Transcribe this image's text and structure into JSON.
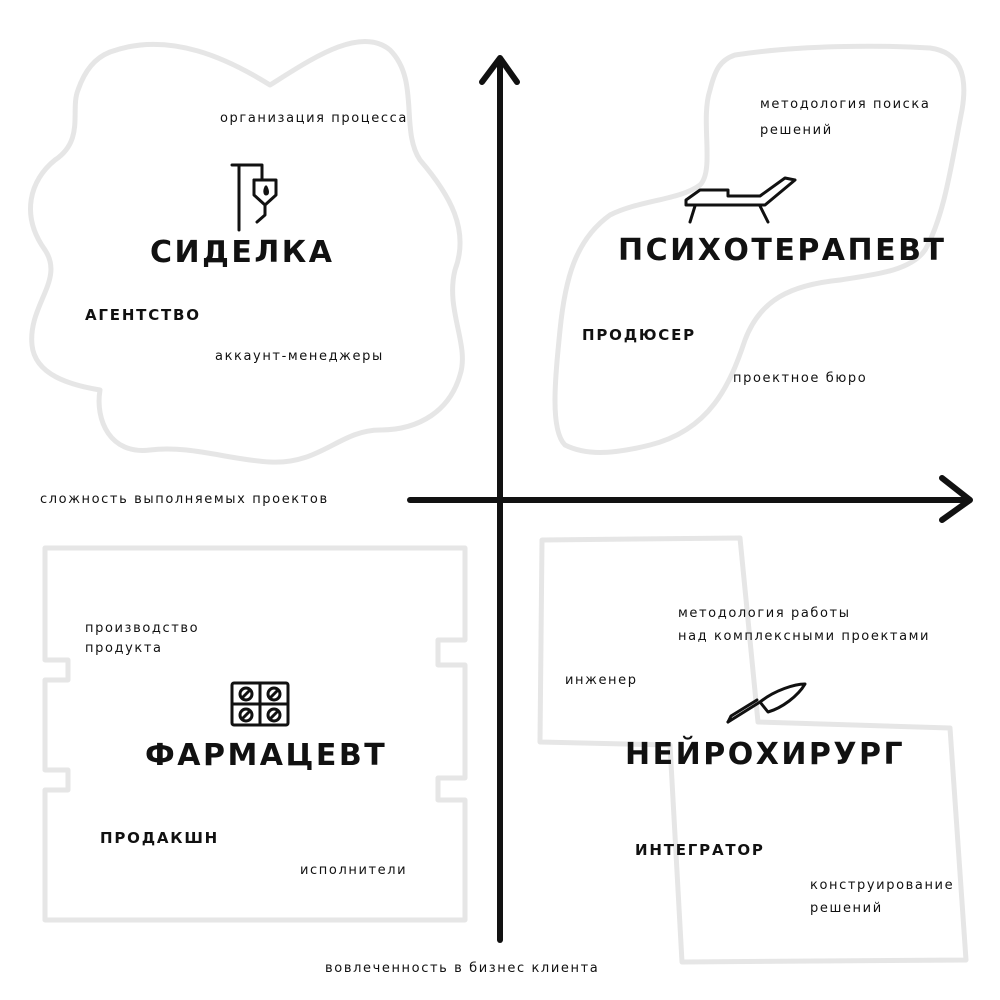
{
  "axes": {
    "x_label": "сложность выполняемых проектов",
    "y_label": "вовлеченность в бизнес клиента"
  },
  "quadrants": {
    "top_left": {
      "title": "СИДЕЛКА",
      "icon": "iv-drip-icon",
      "top_note": "организация процесса",
      "role": "АГЕНТСТВО",
      "note": "аккаунт-менеджеры"
    },
    "top_right": {
      "title": "ПСИХОТЕРАПЕВТ",
      "icon": "lounge-chair-icon",
      "top_note_line1": "методология поиска",
      "top_note_line2": "решений",
      "role": "ПРОДЮСЕР",
      "note": "проектное бюро"
    },
    "bottom_left": {
      "title": "ФАРМАЦЕВТ",
      "icon": "pill-blister-icon",
      "top_note_line1": "производство",
      "top_note_line2": "продукта",
      "role": "ПРОДАКШН",
      "note": "исполнители"
    },
    "bottom_right": {
      "title": "НЕЙРОХИРУРГ",
      "icon": "scalpel-icon",
      "top_note_line1": "методология работы",
      "top_note_line2": "над комплексными проектами",
      "side_note": "инженер",
      "role": "ИНТЕГРАТОР",
      "note_line1": "конструирование",
      "note_line2": "решений"
    }
  },
  "colors": {
    "ink": "#111111",
    "blob_outline": "#e6e6e6",
    "background": "#ffffff"
  }
}
